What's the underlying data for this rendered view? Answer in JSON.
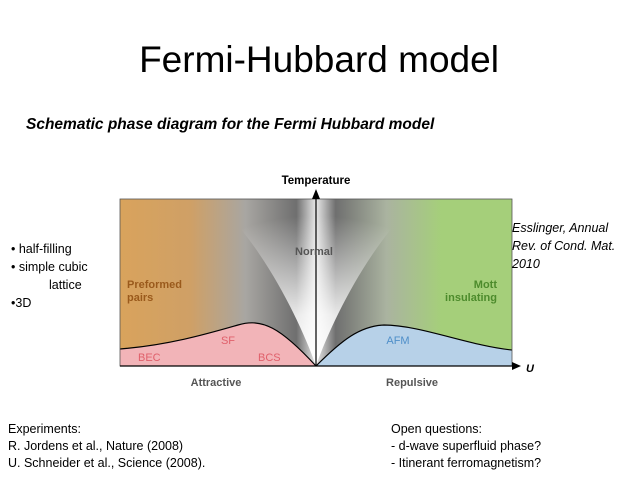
{
  "title": "Fermi-Hubbard model",
  "subtitle": "Schematic phase diagram for the Fermi Hubbard model",
  "bullets": [
    "• half-filling",
    "• simple cubic",
    "lattice",
    "•3D"
  ],
  "citation": [
    "Esslinger, Annual",
    "Rev. of Cond. Mat.",
    "2010"
  ],
  "experiments": {
    "heading": "Experiments:",
    "items": [
      "R. Jordens et al., Nature (2008)",
      "U. Schneider et al., Science (2008)."
    ]
  },
  "questions": {
    "heading": "Open questions:",
    "items": [
      "- d-wave superfluid phase?",
      "- Itinerant ferromagnetism?"
    ]
  },
  "diagram": {
    "y_axis_label": "Temperature",
    "x_axis_label": "U",
    "left_side_label": "Attractive",
    "right_side_label": "Repulsive",
    "regions": {
      "normal": "Normal",
      "preformed_1": "Preformed",
      "preformed_2": "pairs",
      "mott_1": "Mott",
      "mott_2": "insulating",
      "sf": "SF",
      "bec": "BEC",
      "bcs": "BCS",
      "afm": "AFM"
    },
    "colors": {
      "attractive": "#d9a35c",
      "repulsive": "#a5cf7a",
      "superfluid": "#f2b4b8",
      "antiferromagnet": "#b7d1e8",
      "sf_text": "#e0606b",
      "afm_text": "#4f8fc9",
      "preformed_text": "#9a5a1c",
      "mott_text": "#4d8b2c"
    }
  }
}
